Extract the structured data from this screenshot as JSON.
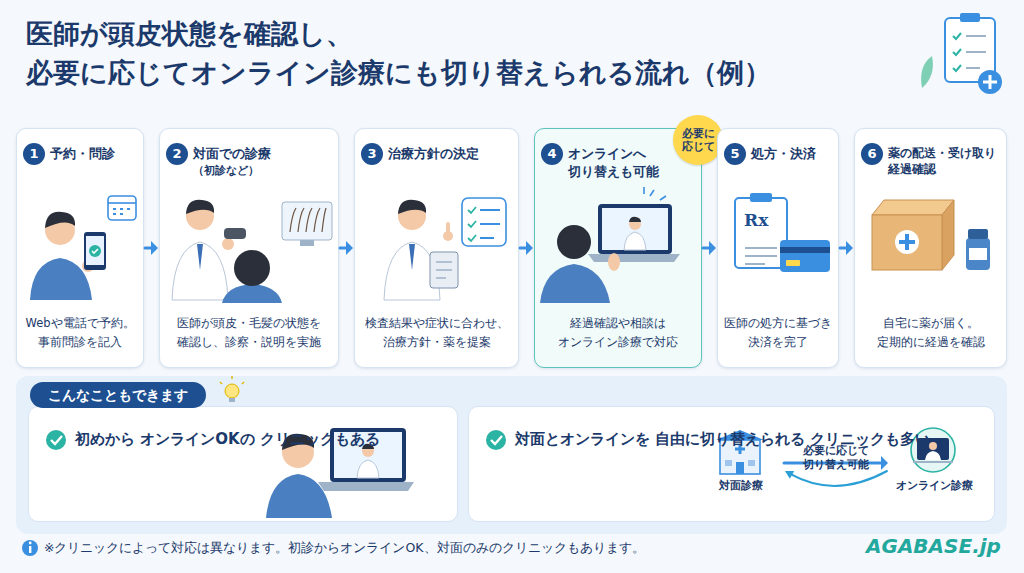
{
  "diagram": {
    "title": "医師が頭皮状態を確認し、 必要に応じてオンライン診療にも切り替えられる流れ（例）",
    "nodes": [
      {
        "text": [
          "1",
          "予約・問診",
          "Webや電話で予約。 事前問診を記入"
        ]
      },
      {
        "text": [
          "2",
          "対面での診療",
          "（初診など）",
          "医師が頭皮・毛髪の状態を 確認し、診察・説明を実施"
        ]
      },
      {
        "text": [
          "3",
          "治療方針の決定",
          "検査結果や症状に合わせ、 治療方針・薬を提案"
        ]
      },
      {
        "text": [
          "4",
          "オンラインへ 切り替えも可能",
          "経過確認や相談は オンライン診療で対応"
        ]
      },
      {
        "text": [
          "必要に 応じて"
        ],
        "in": 3
      },
      {
        "text": [
          "5",
          "処方・決済",
          "医師の処方に基づき 決済を完了"
        ]
      },
      {
        "text": [
          "6",
          "薬の配送・受け取り 経過確認",
          "自宅に薬が届く。 定期的に経過を確認"
        ]
      },
      {
        "text": [
          "こんなこともできます"
        ]
      },
      {
        "text": [
          "初めから オンラインOKの クリニックもある"
        ],
        "in": 7
      },
      {
        "text": [
          "対面とオンラインを 自由に切り替えられる クリニックも多い"
        ],
        "in": 7
      },
      {
        "text": [
          "対面診療"
        ],
        "in": 9
      },
      {
        "text": [
          "オンライン診療"
        ],
        "in": 9
      }
    ],
    "edges": [
      {
        "from": 0,
        "to": 1,
        "arrow": "to"
      },
      {
        "from": 1,
        "to": 2,
        "arrow": "to"
      },
      {
        "from": 2,
        "to": 3,
        "arrow": "to"
      },
      {
        "from": 3,
        "to": 5,
        "arrow": "to"
      },
      {
        "from": 5,
        "to": 6,
        "arrow": "to"
      },
      {
        "from": 10,
        "to": 11,
        "arrow": "to"
      },
      {
        "from": 11,
        "to": 10,
        "arrow": "to"
      }
    ],
    "labels": [
      "必要に応じて 切り替え可能",
      "Rx",
      "※クリニックによって対応は異なります。初診からオンラインOK、対面のみのクリニックもあります。",
      "AGABASE.jp"
    ]
  }
}
